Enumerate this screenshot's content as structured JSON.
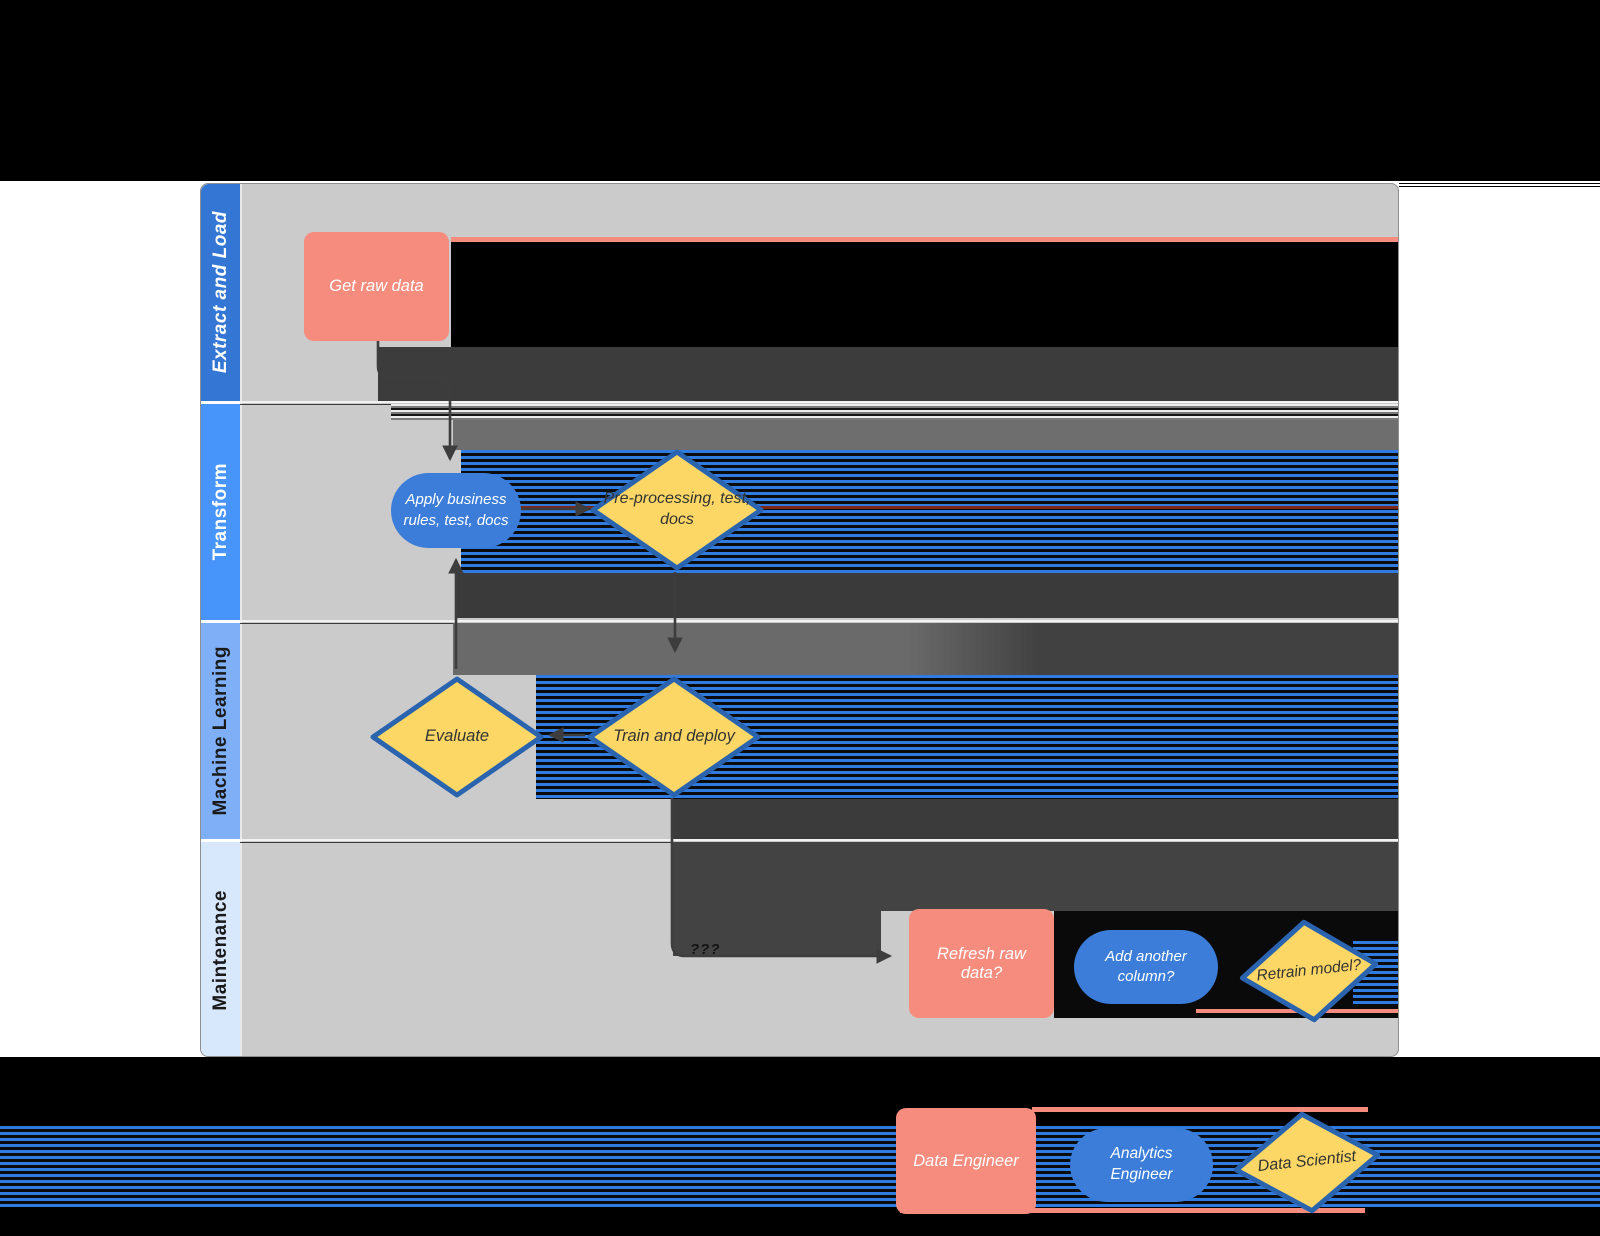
{
  "diagram": {
    "lanes": [
      {
        "label": "Extract and Load"
      },
      {
        "label": "Transform"
      },
      {
        "label": "Machine Learning"
      },
      {
        "label": "Maintenance"
      }
    ],
    "nodes": {
      "get_raw_data": {
        "label": "Get raw data",
        "shape": "rect"
      },
      "apply_rules": {
        "label": "Apply business rules, test, docs",
        "shape": "stadium"
      },
      "preprocessing": {
        "label": "Pre-processing, test, docs",
        "shape": "diamond"
      },
      "evaluate": {
        "label": "Evaluate",
        "shape": "diamond"
      },
      "train_deploy": {
        "label": "Train and deploy",
        "shape": "diamond"
      },
      "refresh_raw": {
        "label": "Refresh raw data?",
        "shape": "rect"
      },
      "add_column": {
        "label": "Add another column?",
        "shape": "stadium"
      },
      "retrain": {
        "label": "Retrain model?",
        "shape": "diamond"
      }
    },
    "connector_label": "???",
    "legend": [
      {
        "label": "Data Engineer",
        "shape": "rect"
      },
      {
        "label": "Analytics Engineer",
        "shape": "stadium"
      },
      {
        "label": "Data Scientist",
        "shape": "diamond"
      }
    ],
    "colors": {
      "rect_fill": "#f68c7e",
      "stadium_fill": "#3b7dd8",
      "diamond_fill": "#fcd765",
      "diamond_border": "#2a63ae",
      "lane1_header": "#3376d4",
      "lane2_header": "#4794fb",
      "lane3_header": "#7fb0f7",
      "lane4_header": "#d7e7fc",
      "canvas": "#cbcbcb",
      "glitch_blue": "#2f7be0"
    }
  }
}
